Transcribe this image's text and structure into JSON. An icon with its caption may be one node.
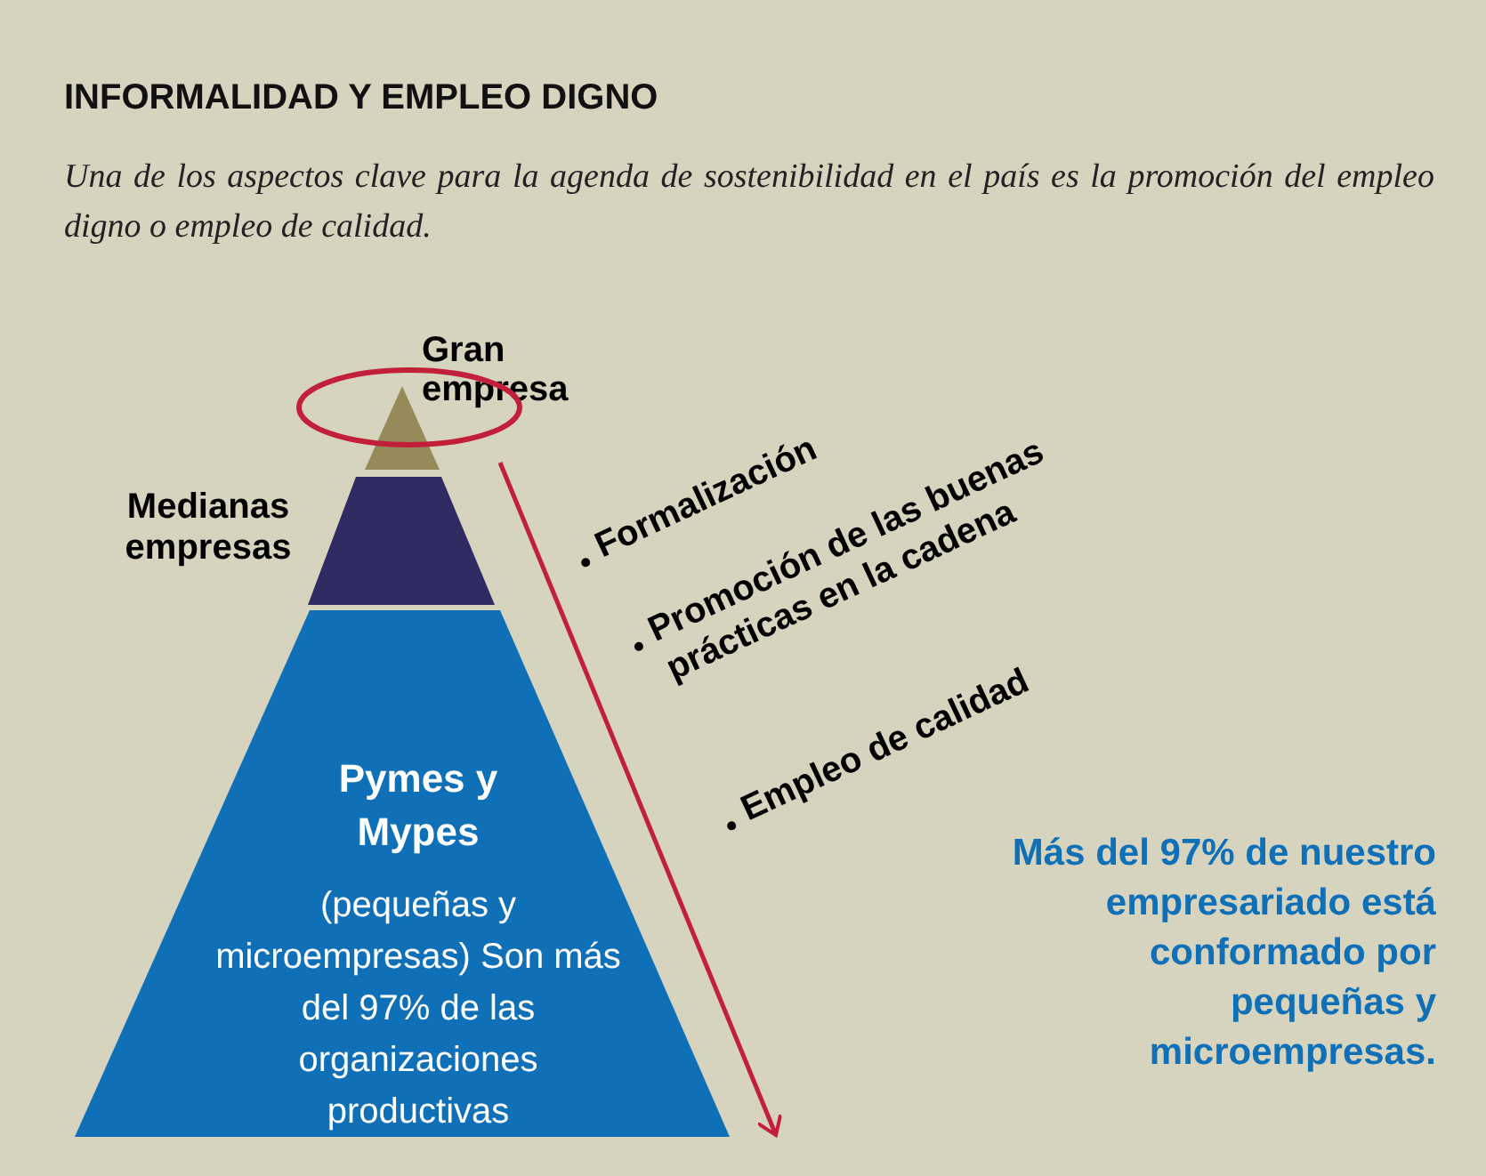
{
  "diagram": {
    "title": "INFORMALIDAD Y EMPLEO DIGNO",
    "caption": "Una de los aspectos clave para la agenda de sostenibilidad en el país es la promoción del empleo digno o empleo de calidad.",
    "nodes": [
      {
        "text": [
          "Gran empresa"
        ]
      },
      {
        "text": [
          "Medianas empresas"
        ]
      },
      {
        "text": [
          "Pymes y Mypes",
          "(pequeñas y microempresas) Son más del 97% de las organizaciones productivas"
        ]
      }
    ],
    "labels": [
      "Formalización",
      "Promoción de las buenas prácticas en la cadena",
      "Empleo de calidad",
      "Más del 97% de nuestro empresariado está conformado por pequeñas y microempresas."
    ]
  }
}
